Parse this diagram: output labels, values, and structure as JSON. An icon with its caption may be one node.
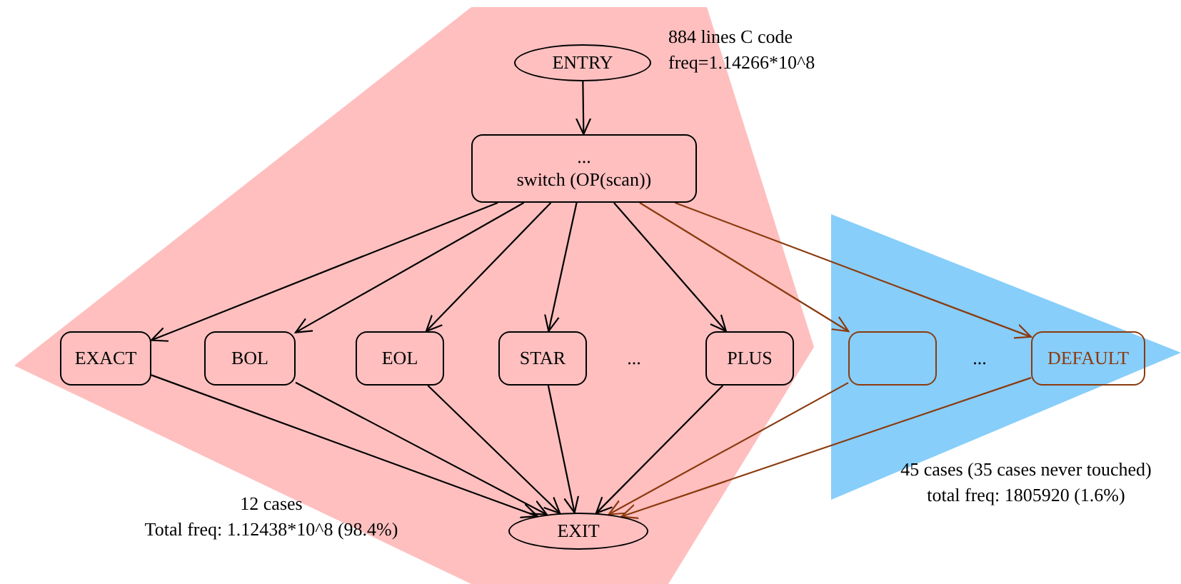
{
  "diagram": {
    "nodes": [
      {
        "text": [
          "ENTRY"
        ],
        "beside": [
          "884 lines C code",
          "freq=1.14266*10^8"
        ]
      },
      {
        "text": [
          "...",
          "switch (OP(scan))"
        ]
      },
      {
        "text": [
          "EXACT"
        ]
      },
      {
        "text": [
          "BOL"
        ]
      },
      {
        "text": [
          "EOL"
        ]
      },
      {
        "text": [
          "STAR"
        ]
      },
      {
        "text": [
          "PLUS"
        ]
      },
      {
        "text": [],
        "shape": "box"
      },
      {
        "text": [
          "DEFAULT"
        ]
      },
      {
        "text": [
          "EXIT"
        ]
      }
    ],
    "edges": [
      {
        "from": 0,
        "to": 1,
        "arrow": "to"
      },
      {
        "from": 1,
        "to": 2,
        "arrow": "to"
      },
      {
        "from": 1,
        "to": 3,
        "arrow": "to"
      },
      {
        "from": 1,
        "to": 4,
        "arrow": "to"
      },
      {
        "from": 1,
        "to": 5,
        "arrow": "to"
      },
      {
        "from": 1,
        "to": 6,
        "arrow": "to"
      },
      {
        "from": 1,
        "to": 7,
        "arrow": "to",
        "color": "#8b3a0e"
      },
      {
        "from": 1,
        "to": 8,
        "arrow": "to",
        "color": "#8b3a0e"
      },
      {
        "from": 2,
        "to": 9,
        "arrow": "to"
      },
      {
        "from": 3,
        "to": 9,
        "arrow": "to"
      },
      {
        "from": 4,
        "to": 9,
        "arrow": "to"
      },
      {
        "from": 5,
        "to": 9,
        "arrow": "to"
      },
      {
        "from": 6,
        "to": 9,
        "arrow": "to"
      },
      {
        "from": 7,
        "to": 9,
        "arrow": "to",
        "color": "#8b3a0e"
      },
      {
        "from": 8,
        "to": 9,
        "arrow": "to",
        "color": "#8b3a0e"
      }
    ],
    "labels": [
      "...",
      "...",
      "12 cases",
      "Total freq: 1.12438*10^8 (98.4%)",
      "45 cases (35 cases never touched)",
      "total freq: 1805920 (1.6%)"
    ]
  }
}
